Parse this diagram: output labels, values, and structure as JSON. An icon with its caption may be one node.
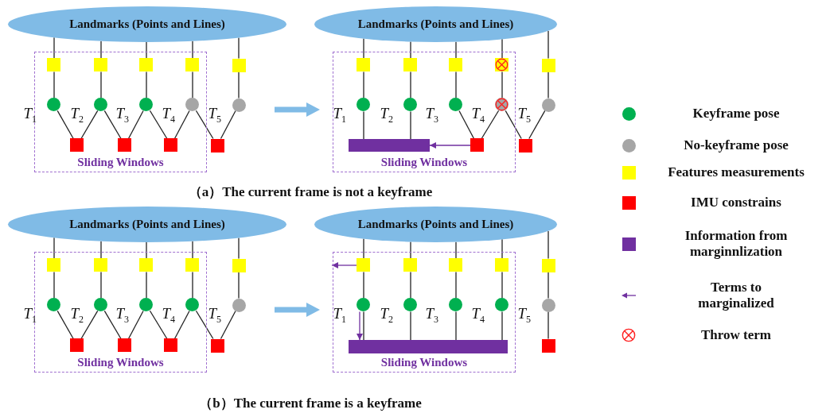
{
  "diagram": {
    "nodes": [
      {
        "text": [
          "Landmarks (Points and Lines)"
        ]
      },
      {
        "text": [
          "Sliding Windows"
        ]
      },
      {
        "text": [],
        "shape": "box",
        "in": 1
      },
      {
        "text": [],
        "shape": "box",
        "in": 1
      },
      {
        "text": [],
        "shape": "box",
        "in": 1
      },
      {
        "text": [],
        "shape": "box",
        "in": 1
      },
      {
        "text": [],
        "shape": "box"
      },
      {
        "text": [],
        "shape": "circle",
        "in": 1,
        "beside": [
          "T$_{1}$"
        ]
      },
      {
        "text": [],
        "shape": "circle",
        "in": 1,
        "beside": [
          "T$_{2}$"
        ]
      },
      {
        "text": [],
        "shape": "circle",
        "in": 1,
        "beside": [
          "T$_{3}$"
        ]
      },
      {
        "text": [],
        "shape": "circle",
        "in": 1,
        "beside": [
          "T$_{4}$"
        ]
      },
      {
        "text": [],
        "shape": "circle",
        "beside": [
          "T$_{5}$"
        ]
      },
      {
        "text": [],
        "shape": "box",
        "in": 1
      },
      {
        "text": [],
        "shape": "box",
        "in": 1
      },
      {
        "text": [],
        "shape": "box",
        "in": 1
      },
      {
        "text": [],
        "shape": "box"
      },
      {
        "text": [
          "Landmarks (Points and Lines)"
        ]
      },
      {
        "text": [
          "Sliding Windows"
        ]
      },
      {
        "text": [],
        "shape": "box",
        "in": 17
      },
      {
        "text": [],
        "shape": "box",
        "in": 17
      },
      {
        "text": [],
        "shape": "box",
        "in": 17
      },
      {
        "text": [],
        "shape": "box",
        "in": 17
      },
      {
        "text": [],
        "shape": "box"
      },
      {
        "text": [],
        "shape": "circle",
        "in": 17,
        "beside": [
          "T$_{1}$"
        ]
      },
      {
        "text": [],
        "shape": "circle",
        "in": 17,
        "beside": [
          "T$_{2}$"
        ]
      },
      {
        "text": [],
        "shape": "circle",
        "in": 17,
        "beside": [
          "T$_{3}$"
        ]
      },
      {
        "text": [],
        "shape": "circle",
        "in": 17,
        "beside": [
          "T$_{4}$"
        ]
      },
      {
        "text": [],
        "shape": "circle",
        "beside": [
          "T$_{5}$"
        ]
      },
      {
        "text": [],
        "shape": "bar",
        "in": 17
      },
      {
        "text": [],
        "shape": "box",
        "in": 17
      },
      {
        "text": [],
        "shape": "box"
      },
      {
        "text": [
          "Landmarks (Points and Lines)"
        ]
      },
      {
        "text": [
          "Sliding Windows"
        ]
      },
      {
        "text": [],
        "shape": "box",
        "in": 32
      },
      {
        "text": [],
        "shape": "box",
        "in": 32
      },
      {
        "text": [],
        "shape": "box",
        "in": 32
      },
      {
        "text": [],
        "shape": "box",
        "in": 32
      },
      {
        "text": [],
        "shape": "box"
      },
      {
        "text": [],
        "shape": "circle",
        "in": 32,
        "beside": [
          "T$_{1}$"
        ]
      },
      {
        "text": [],
        "shape": "circle",
        "in": 32,
        "beside": [
          "T$_{2}$"
        ]
      },
      {
        "text": [],
        "shape": "circle",
        "in": 32,
        "beside": [
          "T$_{3}$"
        ]
      },
      {
        "text": [],
        "shape": "circle",
        "in": 32,
        "beside": [
          "T$_{4}$"
        ]
      },
      {
        "text": [],
        "shape": "circle",
        "beside": [
          "T$_{5}$"
        ]
      },
      {
        "text": [],
        "shape": "box",
        "in": 32
      },
      {
        "text": [],
        "shape": "box",
        "in": 32
      },
      {
        "text": [],
        "shape": "box",
        "in": 32
      },
      {
        "text": [],
        "shape": "box"
      },
      {
        "text": [
          "Landmarks (Points and Lines)"
        ]
      },
      {
        "text": [
          "Sliding Windows"
        ]
      },
      {
        "text": [],
        "shape": "box",
        "in": 48
      },
      {
        "text": [],
        "shape": "box",
        "in": 48
      },
      {
        "text": [],
        "shape": "box",
        "in": 48
      },
      {
        "text": [],
        "shape": "box",
        "in": 48
      },
      {
        "text": [],
        "shape": "box"
      },
      {
        "text": [],
        "shape": "circle",
        "in": 48,
        "beside": [
          "T$_{1}$"
        ]
      },
      {
        "text": [],
        "shape": "circle",
        "in": 48,
        "beside": [
          "T$_{2}$"
        ]
      },
      {
        "text": [],
        "shape": "circle",
        "in": 48,
        "beside": [
          "T$_{3}$"
        ]
      },
      {
        "text": [],
        "shape": "circle",
        "in": 48,
        "beside": [
          "T$_{4}$"
        ]
      },
      {
        "text": [],
        "shape": "circle",
        "beside": [
          "T$_{5}$"
        ]
      },
      {
        "text": [],
        "shape": "bar",
        "in": 48
      },
      {
        "text": [],
        "shape": "box"
      }
    ],
    "edges": [
      {
        "from": 0,
        "to": 2,
        "arrow": "none"
      },
      {
        "from": 0,
        "to": 3,
        "arrow": "none"
      },
      {
        "from": 0,
        "to": 4,
        "arrow": "none"
      },
      {
        "from": 0,
        "to": 5,
        "arrow": "none"
      },
      {
        "from": 0,
        "to": 6,
        "arrow": "none"
      },
      {
        "from": 2,
        "to": 7,
        "arrow": "none"
      },
      {
        "from": 3,
        "to": 8,
        "arrow": "none"
      },
      {
        "from": 4,
        "to": 9,
        "arrow": "none"
      },
      {
        "from": 5,
        "to": 10,
        "arrow": "none"
      },
      {
        "from": 6,
        "to": 11,
        "arrow": "none"
      },
      {
        "from": 7,
        "to": 12,
        "arrow": "none"
      },
      {
        "from": 12,
        "to": 8,
        "arrow": "none"
      },
      {
        "from": 8,
        "to": 13,
        "arrow": "none"
      },
      {
        "from": 13,
        "to": 9,
        "arrow": "none"
      },
      {
        "from": 9,
        "to": 14,
        "arrow": "none"
      },
      {
        "from": 14,
        "to": 10,
        "arrow": "none"
      },
      {
        "from": 10,
        "to": 15,
        "arrow": "none"
      },
      {
        "from": 15,
        "to": 11,
        "arrow": "none"
      },
      {
        "from": 16,
        "to": 18,
        "arrow": "none"
      },
      {
        "from": 16,
        "to": 19,
        "arrow": "none"
      },
      {
        "from": 16,
        "to": 20,
        "arrow": "none"
      },
      {
        "from": 16,
        "to": 21,
        "arrow": "none"
      },
      {
        "from": 16,
        "to": 22,
        "arrow": "none"
      },
      {
        "from": 18,
        "to": 23,
        "arrow": "none"
      },
      {
        "from": 19,
        "to": 24,
        "arrow": "none"
      },
      {
        "from": 20,
        "to": 25,
        "arrow": "none"
      },
      {
        "from": 21,
        "to": 26,
        "arrow": "none"
      },
      {
        "from": 22,
        "to": 27,
        "arrow": "none"
      },
      {
        "from": 23,
        "to": 28,
        "arrow": "none"
      },
      {
        "from": 24,
        "to": 28,
        "arrow": "none"
      },
      {
        "from": 25,
        "to": 29,
        "arrow": "none"
      },
      {
        "from": 29,
        "to": 26,
        "arrow": "none"
      },
      {
        "from": 26,
        "to": 30,
        "arrow": "none"
      },
      {
        "from": 30,
        "to": 27,
        "arrow": "none"
      },
      {
        "from": 29,
        "to": 28,
        "arrow": "to",
        "color": "#7030a0"
      },
      {
        "from": 31,
        "to": 33,
        "arrow": "none"
      },
      {
        "from": 31,
        "to": 34,
        "arrow": "none"
      },
      {
        "from": 31,
        "to": 35,
        "arrow": "none"
      },
      {
        "from": 31,
        "to": 36,
        "arrow": "none"
      },
      {
        "from": 31,
        "to": 37,
        "arrow": "none"
      },
      {
        "from": 33,
        "to": 38,
        "arrow": "none"
      },
      {
        "from": 34,
        "to": 39,
        "arrow": "none"
      },
      {
        "from": 35,
        "to": 40,
        "arrow": "none"
      },
      {
        "from": 36,
        "to": 41,
        "arrow": "none"
      },
      {
        "from": 37,
        "to": 42,
        "arrow": "none"
      },
      {
        "from": 38,
        "to": 43,
        "arrow": "none"
      },
      {
        "from": 43,
        "to": 39,
        "arrow": "none"
      },
      {
        "from": 39,
        "to": 44,
        "arrow": "none"
      },
      {
        "from": 44,
        "to": 40,
        "arrow": "none"
      },
      {
        "from": 40,
        "to": 45,
        "arrow": "none"
      },
      {
        "from": 45,
        "to": 41,
        "arrow": "none"
      },
      {
        "from": 41,
        "to": 46,
        "arrow": "none"
      },
      {
        "from": 46,
        "to": 42,
        "arrow": "none"
      },
      {
        "from": 47,
        "to": 49,
        "arrow": "none"
      },
      {
        "from": 47,
        "to": 50,
        "arrow": "none"
      },
      {
        "from": 47,
        "to": 51,
        "arrow": "none"
      },
      {
        "from": 47,
        "to": 52,
        "arrow": "none"
      },
      {
        "from": 47,
        "to": 53,
        "arrow": "none"
      },
      {
        "from": 49,
        "to": 54,
        "arrow": "none"
      },
      {
        "from": 50,
        "to": 55,
        "arrow": "none"
      },
      {
        "from": 51,
        "to": 56,
        "arrow": "none"
      },
      {
        "from": 52,
        "to": 57,
        "arrow": "none"
      },
      {
        "from": 53,
        "to": 58,
        "arrow": "none"
      },
      {
        "from": 54,
        "to": 59,
        "arrow": "none"
      },
      {
        "from": 55,
        "to": 59,
        "arrow": "none"
      },
      {
        "from": 56,
        "to": 59,
        "arrow": "none"
      },
      {
        "from": 57,
        "to": 59,
        "arrow": "none"
      },
      {
        "from": 58,
        "to": 60,
        "arrow": "none"
      },
      {
        "from": 49,
        "to": null,
        "arrow": "to",
        "color": "#7030a0"
      },
      {
        "from": 54,
        "to": 59,
        "arrow": "to",
        "color": "#7030a0"
      }
    ],
    "labels": [
      "（a）The current frame is not a keyframe",
      "（b）The current frame is a keyframe"
    ],
    "legend": [
      {
        "text": "Keyframe pose",
        "color": "#00b050"
      },
      {
        "text": "No-keyframe pose",
        "color": "#a6a6a6"
      },
      {
        "text": "Features measurements",
        "color": "#ffff00"
      },
      {
        "text": "IMU constrains",
        "color": "#ff0000"
      },
      {
        "text": "Information from marginnlization",
        "color": "#7030a0"
      },
      {
        "text": "Terms to marginalized"
      },
      {
        "text": "Throw term"
      }
    ]
  }
}
